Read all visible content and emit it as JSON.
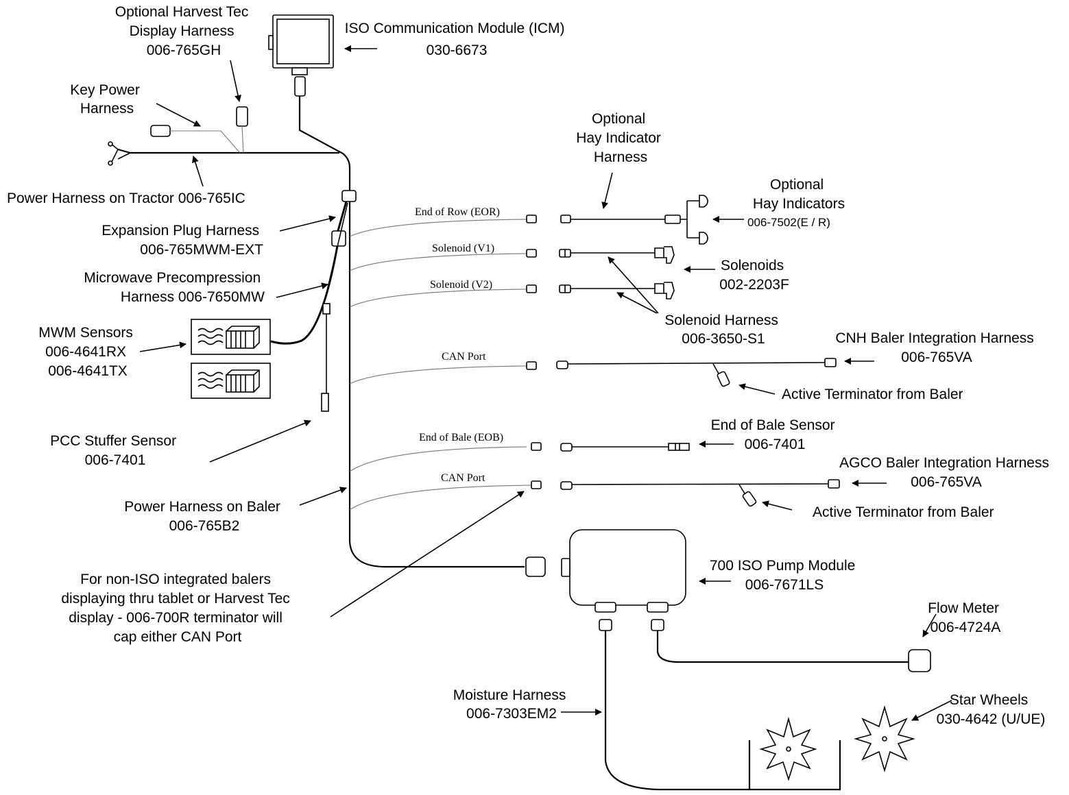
{
  "labels": {
    "optional_display": [
      "Optional Harvest Tec",
      "Display Harness",
      "006-765GH"
    ],
    "icm": [
      "ISO Communication Module (ICM)",
      "030-6673"
    ],
    "key_power": [
      "Key Power",
      "Harness"
    ],
    "power_tractor": "Power Harness on Tractor 006-765IC",
    "expansion_plug": [
      "Expansion Plug Harness",
      "006-765MWM-EXT"
    ],
    "microwave": [
      "Microwave Precompression",
      "Harness 006-7650MW"
    ],
    "mwm_sensors": [
      "MWM Sensors",
      "006-4641RX",
      "006-4641TX"
    ],
    "pcc_stuffer": [
      "PCC Stuffer Sensor",
      "006-7401"
    ],
    "power_baler": [
      "Power Harness on Baler",
      "006-765B2"
    ],
    "non_iso_note": [
      "For non-ISO integrated balers",
      "displaying thru tablet or Harvest Tec",
      "display - 006-700R terminator will",
      "cap either CAN Port"
    ],
    "hay_indicator_harness": [
      "Optional",
      "Hay Indicator",
      "Harness"
    ],
    "hay_indicators": [
      "Optional",
      "Hay Indicators",
      "006-7502(E / R)"
    ],
    "solenoids": [
      "Solenoids",
      "002-2203F"
    ],
    "solenoid_harness": [
      "Solenoid Harness",
      "006-3650-S1"
    ],
    "cnh": [
      "CNH Baler Integration Harness",
      "006-765VA"
    ],
    "active_term_1": "Active Terminator from Baler",
    "end_of_bale_sensor": [
      "End of Bale Sensor",
      "006-7401"
    ],
    "agco": [
      "AGCO Baler Integration Harness",
      "006-765VA"
    ],
    "active_term_2": "Active Terminator from Baler",
    "pump_module": [
      "700 ISO Pump Module",
      "006-7671LS"
    ],
    "flow_meter": [
      "Flow Meter",
      "006-4724A"
    ],
    "moisture": [
      "Moisture Harness",
      "006-7303EM2"
    ],
    "star_wheels": [
      "Star Wheels",
      "030-4642 (U/UE)"
    ]
  },
  "port_labels": {
    "eor": "End of Row (EOR)",
    "v1": "Solenoid (V1)",
    "v2": "Solenoid  (V2)",
    "can1": "CAN Port",
    "eob": "End of Bale (EOB)",
    "can2": "CAN Port"
  }
}
